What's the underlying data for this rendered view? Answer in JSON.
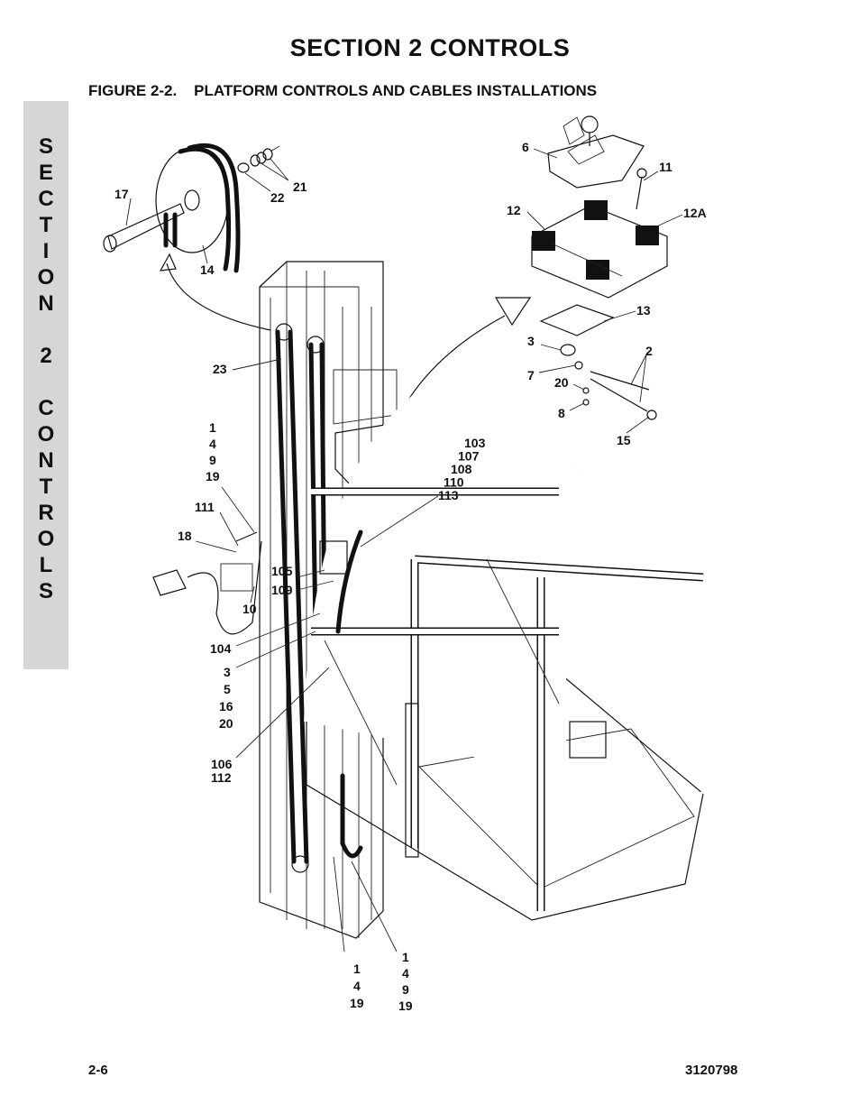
{
  "header": {
    "section_title": "SECTION 2  CONTROLS",
    "figure_title": "FIGURE 2-2.    PLATFORM CONTROLS AND CABLES INSTALLATIONS"
  },
  "side_tab": {
    "text": "S\nE\nC\nT\nI\nO\nN\n\n2\n\nC\nO\nN\nT\nR\nO\nL\nS"
  },
  "callouts": {
    "c6": "6",
    "c11": "11",
    "c17": "17",
    "c21": "21",
    "c22": "22",
    "c14": "14",
    "c12": "12",
    "c12a": "12A",
    "c13": "13",
    "c3a": "3",
    "c2": "2",
    "c7": "7",
    "c20a": "20",
    "c8": "8",
    "c15": "15",
    "c23": "23",
    "g1": [
      "1",
      "4",
      "9",
      "19"
    ],
    "c111": "111",
    "c18": "18",
    "g2": [
      "103",
      "107",
      "108",
      "110",
      "113"
    ],
    "c105": "105",
    "c109": "109",
    "c10": "10",
    "c104": "104",
    "g3": [
      "3",
      "5",
      "16",
      "20"
    ],
    "g4": [
      "106",
      "112"
    ],
    "g5": [
      "1",
      "4",
      "19"
    ],
    "g6": [
      "1",
      "4",
      "9",
      "19"
    ]
  },
  "footer": {
    "page": "2-6",
    "doc_number": "3120798"
  },
  "colors": {
    "tab_gray": "#d6d6d6",
    "ink": "#111111"
  }
}
